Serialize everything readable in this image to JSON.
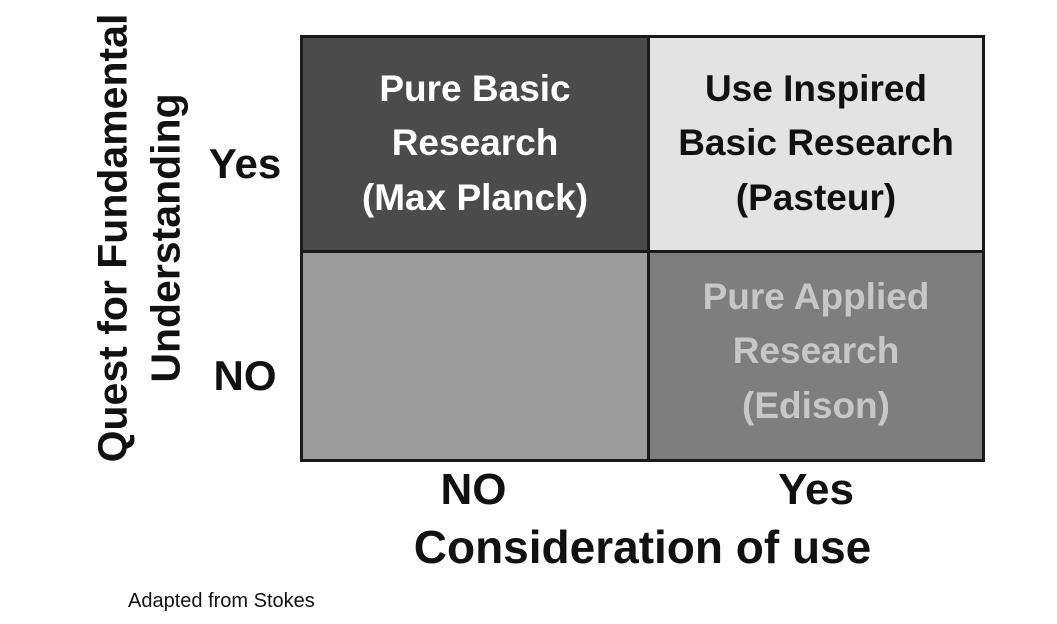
{
  "y_axis": {
    "label_line1": "Quest for Fundamental",
    "label_line2": "Understanding",
    "tick_top": "Yes",
    "tick_bottom": "NO"
  },
  "x_axis": {
    "label": "Consideration of use",
    "tick_left": "NO",
    "tick_right": "Yes"
  },
  "quadrants": {
    "top_left": {
      "line1": "Pure Basic",
      "line2": "Research",
      "line3": "(Max Planck)"
    },
    "top_right": {
      "line1": "Use Inspired",
      "line2": "Basic Research",
      "line3": "(Pasteur)"
    },
    "bottom_right": {
      "line1": "Pure Applied",
      "line2": "Research",
      "line3": "(Edison)"
    }
  },
  "footer": {
    "credit": "Adapted from Stokes"
  },
  "colors": {
    "top_left_bg": "#4b4b4b",
    "top_left_text": "#ffffff",
    "top_right_bg": "#e3e3e3",
    "top_right_text": "#111111",
    "bottom_left_bg": "#9c9c9c",
    "bottom_right_bg": "#7e7e7e",
    "bottom_right_text": "#c7c7c7",
    "border": "#1a1a1a"
  }
}
